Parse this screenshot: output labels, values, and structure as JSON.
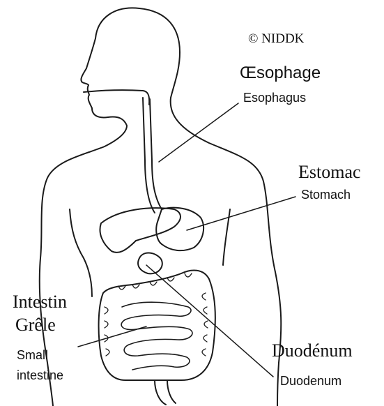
{
  "copyright": "© NIDDK",
  "labels": {
    "esophagus": {
      "fr": "Œsophage",
      "en": "Esophagus"
    },
    "stomach": {
      "fr": "Estomac",
      "en": "Stomach"
    },
    "small_intestine": {
      "fr_line1": "Intestin",
      "fr_line2": "Grêle",
      "en_line1": "Small",
      "en_line2": "intestine"
    },
    "duodenum": {
      "fr": "Duodénum",
      "en": "Duodenum"
    }
  },
  "colors": {
    "ink": "#1a1a1a",
    "background": "#ffffff"
  }
}
